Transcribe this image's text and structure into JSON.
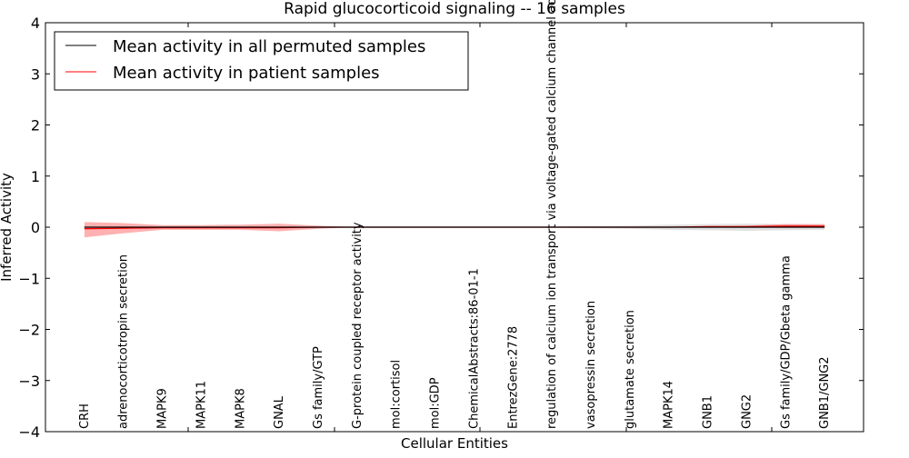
{
  "chart_data": {
    "type": "line",
    "title": "Rapid glucocorticoid signaling -- 16 samples",
    "xlabel": "Cellular Entities",
    "ylabel": "Inferred Activity",
    "ylim": [
      -4,
      4
    ],
    "yticks": [
      "4",
      "3",
      "2",
      "1",
      "0",
      "−1",
      "−2",
      "−3",
      "−4"
    ],
    "grid": false,
    "legend_position": "top-left",
    "categories": [
      "CRH",
      "adrenocorticotropin secretion",
      "MAPK9",
      "MAPK11",
      "MAPK8",
      "GNAL",
      "Gs family/GTP",
      "G-protein coupled receptor activity",
      "mol:cortisol",
      "mol:GDP",
      "ChemicalAbstracts:86-01-1",
      "EntrezGene:2778",
      "regulation of calcium ion transport via voltage-gated calcium channel activity",
      "vasopressin secretion",
      "glutamate secretion",
      "MAPK14",
      "GNB1",
      "GNG2",
      "Gs family/GDP/Gbeta gamma",
      "GNB1/GNG2"
    ],
    "series": [
      {
        "name": "Mean activity in all permuted samples",
        "color": "#000000",
        "values": [
          0,
          0,
          0,
          0,
          0,
          0,
          0,
          0,
          0,
          0,
          0,
          0,
          0,
          0,
          0,
          0,
          0,
          0,
          0,
          0
        ],
        "lower": [
          -0.01,
          -0.01,
          -0.01,
          -0.01,
          -0.01,
          -0.01,
          -0.01,
          -0.01,
          -0.01,
          -0.01,
          -0.01,
          -0.01,
          -0.01,
          -0.02,
          -0.03,
          -0.05,
          -0.06,
          -0.07,
          -0.06,
          -0.05
        ],
        "upper": [
          0.01,
          0.01,
          0.01,
          0.01,
          0.01,
          0.01,
          0.01,
          0.01,
          0.01,
          0.01,
          0.01,
          0.01,
          0.01,
          0.02,
          0.03,
          0.05,
          0.06,
          0.07,
          0.06,
          0.05
        ]
      },
      {
        "name": "Mean activity in patient samples",
        "color": "#ff0000",
        "values": [
          -0.03,
          -0.02,
          -0.01,
          -0.01,
          -0.01,
          -0.01,
          0,
          0,
          0,
          0,
          0,
          0,
          0,
          0,
          0,
          0,
          0.01,
          0.01,
          0.02,
          0.02
        ],
        "lower": [
          -0.2,
          -0.12,
          -0.05,
          -0.05,
          -0.05,
          -0.08,
          -0.03,
          0,
          0,
          0,
          0,
          0,
          0,
          0,
          0,
          0,
          0,
          0,
          0,
          0
        ],
        "upper": [
          0.1,
          0.08,
          0.04,
          0.04,
          0.05,
          0.07,
          0.03,
          0,
          0,
          0,
          0,
          0,
          0,
          0,
          0,
          0,
          0.02,
          0.03,
          0.06,
          0.06
        ]
      }
    ]
  }
}
